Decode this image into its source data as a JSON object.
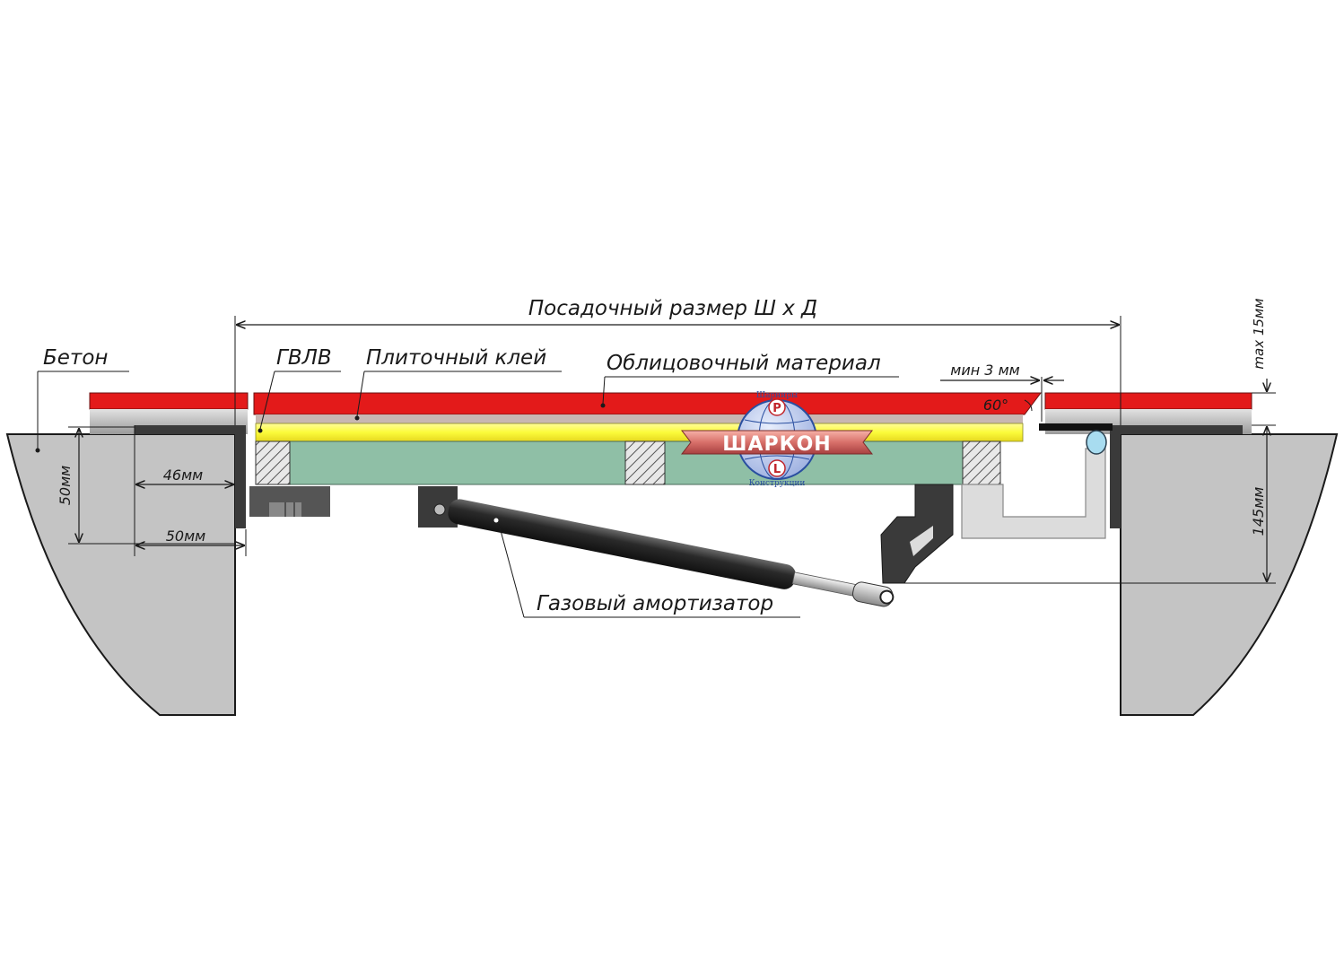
{
  "labels": {
    "fitting_size": "Посадочный размер  Ш х Д",
    "concrete": "Бетон",
    "gypsum_board": "ГВЛВ",
    "tile_adhesive": "Плиточный клей",
    "cladding": "Облицовочный материал",
    "gas_strut": "Газовый амортизатор",
    "gap_min": "мин 3 мм",
    "angle": "60°"
  },
  "dimensions": {
    "frame_height": "50мм",
    "frame_width_inner": "46мм",
    "frame_width_outer": "50мм",
    "depth": "145мм",
    "finish_max": "max 15мм"
  },
  "logo": {
    "name": "ШАРКОН",
    "letter_top": "P",
    "letter_bottom": "L",
    "arc_top": "Шарниры",
    "arc_bottom": "Конструкции"
  },
  "colors": {
    "cladding": "#e31a1a",
    "adhesive": "#c8b6b2",
    "board": "#fbfb3a",
    "panel": "#8fbfa6",
    "concrete": "#c4c4c4",
    "steel": "#3a3a3a",
    "hinge": "#dcdcdc",
    "seal": "#a8dcf0",
    "logo_ribbon": "#d8706a",
    "logo_globe": "#2a4fa0"
  }
}
